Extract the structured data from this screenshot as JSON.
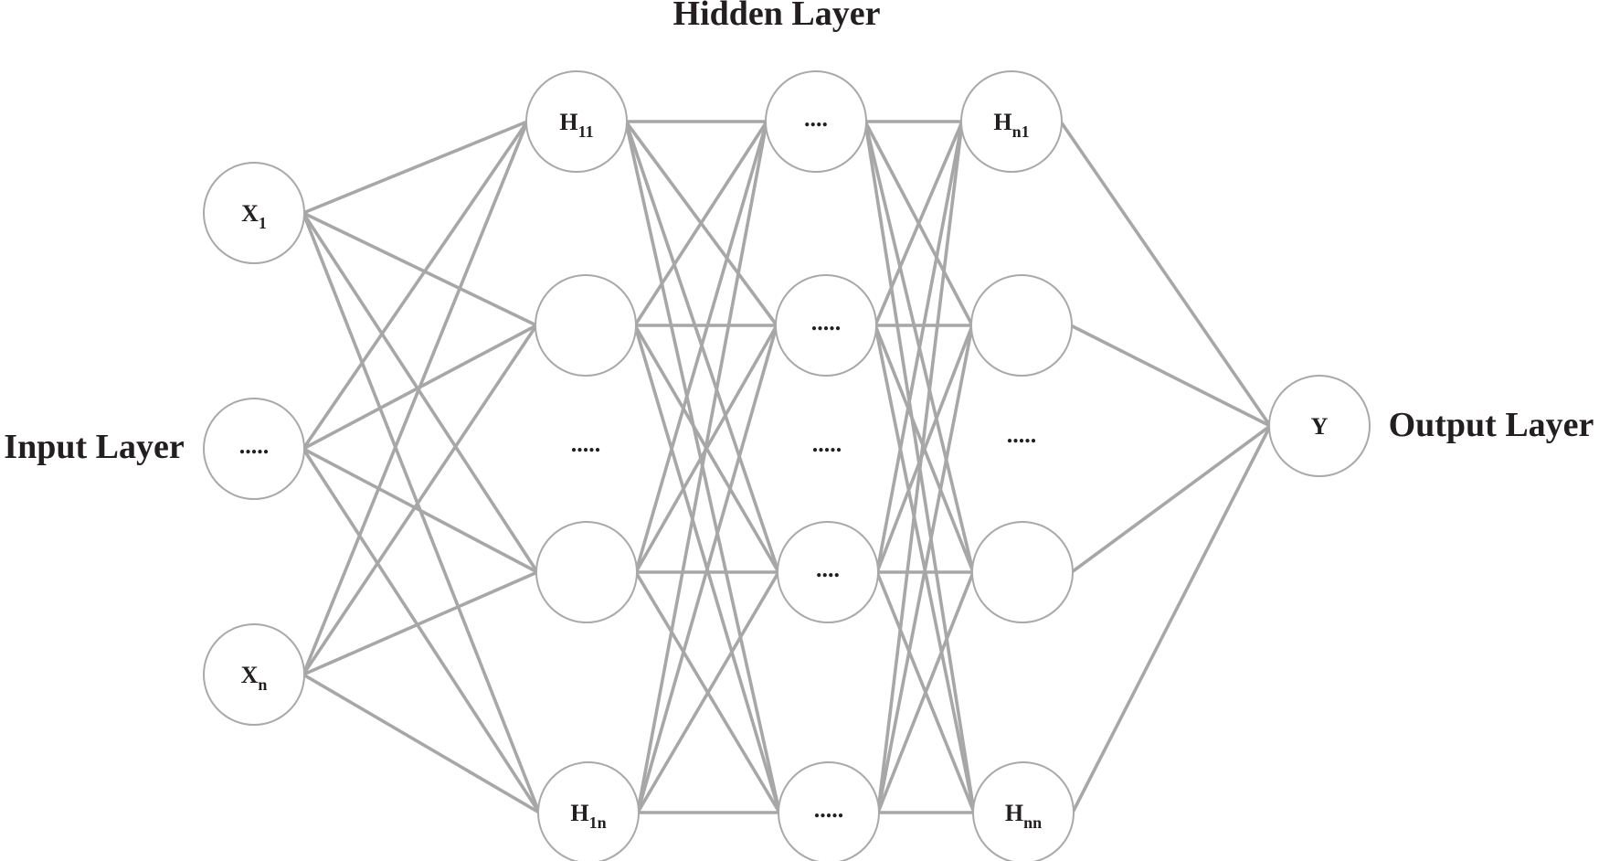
{
  "titles": {
    "hidden": "Hidden Layer",
    "input": "Input Layer",
    "output": "Output Layer"
  },
  "nodes": {
    "x1": {
      "main": "X",
      "sub": "1"
    },
    "xdots": {
      "main": "....."
    },
    "xn": {
      "main": "X",
      "sub": "n"
    },
    "h11": {
      "main": "H",
      "sub": "11"
    },
    "h1n": {
      "main": "H",
      "sub": "1n"
    },
    "c2a": {
      "main": "...."
    },
    "c2b": {
      "main": "....."
    },
    "c2c": {
      "main": "...."
    },
    "c2d": {
      "main": "....."
    },
    "hn1": {
      "main": "H",
      "sub": "n1"
    },
    "hnn": {
      "main": "H",
      "sub": "nn"
    },
    "y": {
      "main": "Y"
    }
  },
  "free_ellipses": {
    "col1": ".....",
    "col2": ".....",
    "col3": "....."
  }
}
